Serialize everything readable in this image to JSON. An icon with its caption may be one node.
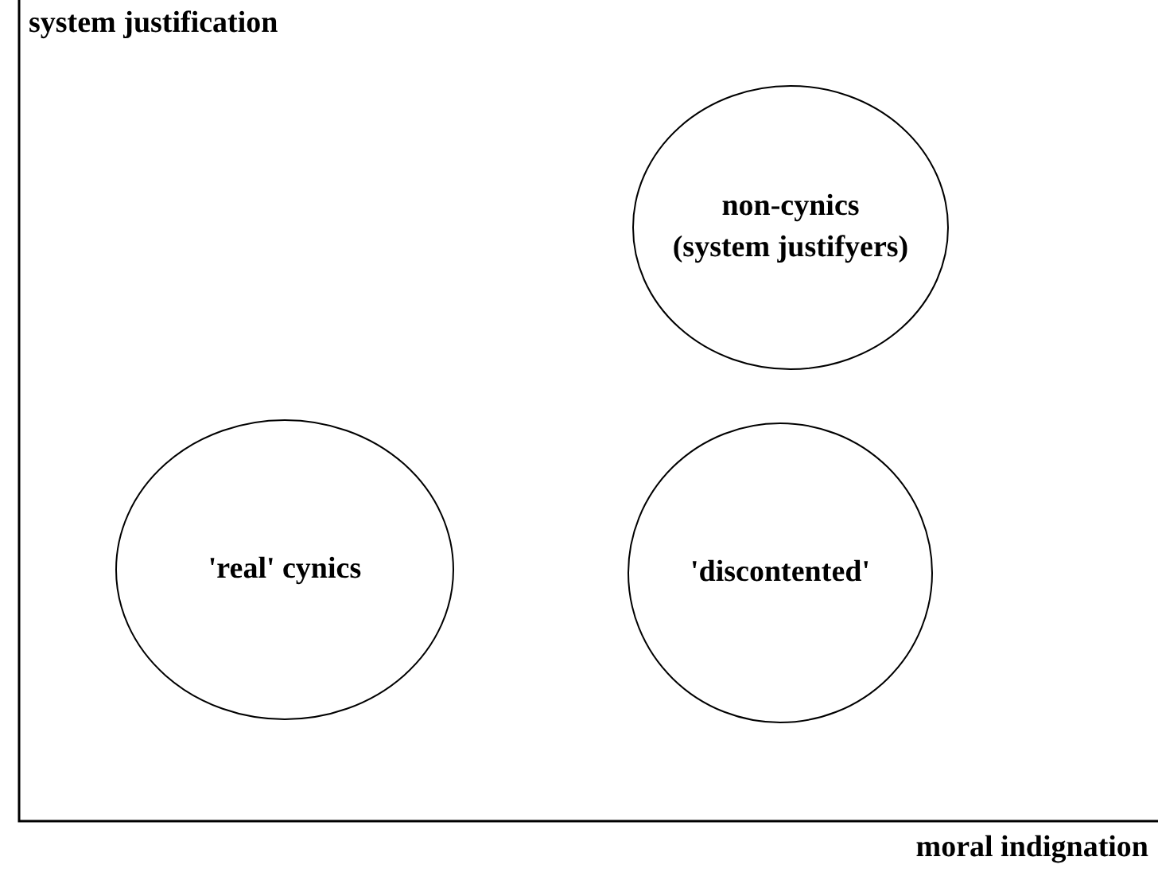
{
  "diagram": {
    "nodes": [
      {
        "text": [
          "non-cynics (system justifyers)"
        ]
      },
      {
        "text": [
          "'real' cynics"
        ]
      },
      {
        "text": [
          "'discontented'"
        ]
      }
    ],
    "labels": [
      "system justification",
      "moral indignation"
    ]
  }
}
